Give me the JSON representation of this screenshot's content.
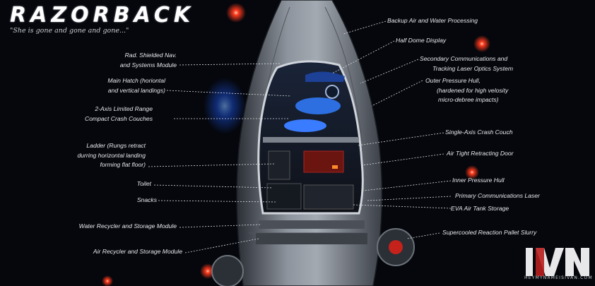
{
  "header": {
    "title": "RAZORBACK",
    "subtitle": "\"She is gone and gone and gone...\""
  },
  "labels_left": {
    "rad_shielded_1": "Rad. Shielded Nav.",
    "rad_shielded_2": "and Systems Module",
    "main_hatch_1": "Main Hatch (horiontal",
    "main_hatch_2": "and vertical landings)",
    "crash_couches_1": "2-Axis Limited Range",
    "crash_couches_2": "Compact Crash Couches",
    "ladder_1": "Ladder (Rungs retract",
    "ladder_2": "durring horizontal landing",
    "ladder_3": "forming flat floor)",
    "toilet": "Toilet",
    "snacks": "Snacks",
    "water_recycler": "Water Recycler and Storage Module",
    "air_recycler": "Air Recycler and Storage Module"
  },
  "labels_right": {
    "backup_air": "Backup Air and Water Processing",
    "half_dome": "Half Dome Display",
    "secondary_comms_1": "Secondary Communications and",
    "secondary_comms_2": "Tracking Laser Optics System",
    "outer_hull_1": "Outer Pressure Hull,",
    "outer_hull_2": "(hardened for high velosity",
    "outer_hull_3": "micro-debree impacts)",
    "single_axis": "Single-Axis Crash Couch",
    "air_tight_door": "Air Tight Retracting Door",
    "inner_hull": "Inner Pressure Hull",
    "primary_laser": "Primary Communications Laser",
    "eva_tank": "EVA Air Tank Storage",
    "supercooled": "Supercooled Reaction Pallet Slurry"
  },
  "branding": {
    "site": "HEYMYNAMEISIVAN.COM",
    "logo_icon": "ivan-logo-icon"
  },
  "colors": {
    "background": "#05070c",
    "hull": "#8d939c",
    "hull_dark": "#3a3f47",
    "accent_blue": "#2f7bff",
    "accent_red": "#ff3a1e",
    "label_text": "#e6e8ee"
  }
}
